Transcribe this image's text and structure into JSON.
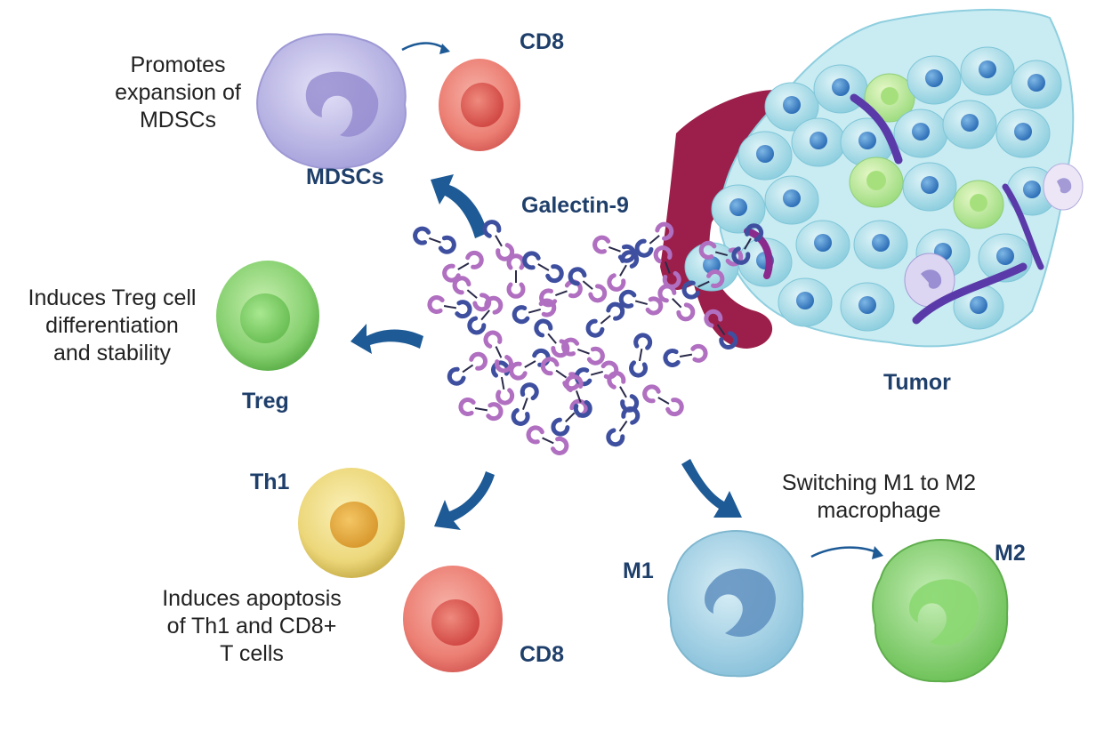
{
  "labels": {
    "cd8_top": "CD8",
    "mdscs": "MDSCs",
    "galectin": "Galectin-9",
    "treg": "Treg",
    "tumor": "Tumor",
    "th1": "Th1",
    "cd8_bottom": "CD8",
    "m1": "M1",
    "m2": "M2"
  },
  "descriptions": {
    "mdsc": [
      "Promotes",
      "expansion of",
      "MDSCs"
    ],
    "treg": [
      "Induces Treg cell",
      "differentiation",
      "and stability"
    ],
    "apoptosis": [
      "Induces apoptosis",
      "of Th1 and CD8+",
      "T cells"
    ],
    "macrophage": [
      "Switching M1 to M2",
      "macrophage"
    ]
  },
  "colors": {
    "label": "#1f3f6b",
    "arrow": "#1d5a96",
    "cd8": "#e8746c",
    "treg": "#7cc86a",
    "th1": "#e6d070",
    "mdsc": "#b9b6e6",
    "m1": "#a9d3e6",
    "m2": "#8fd07a",
    "tumor_cell": "#a8dce8",
    "galectin_purple": "#b06fc0",
    "galectin_blue": "#3e4fa0"
  }
}
